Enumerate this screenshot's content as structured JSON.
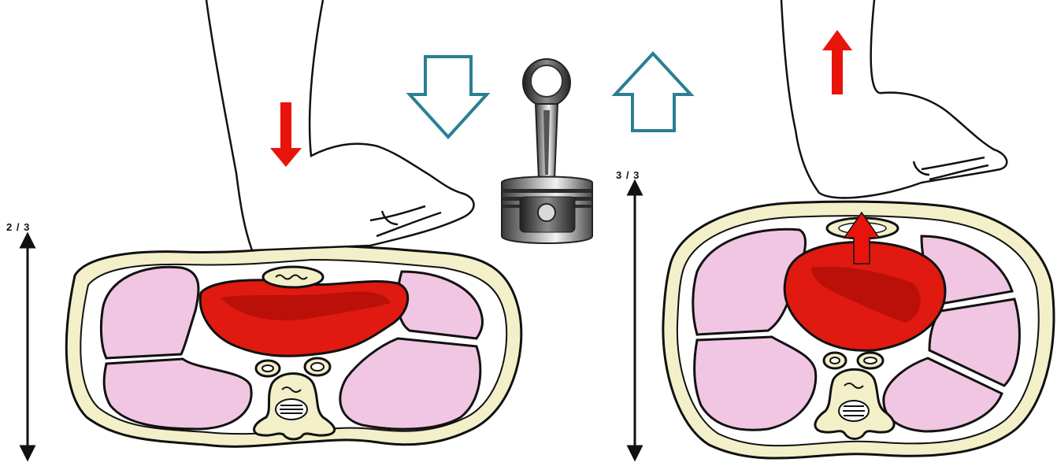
{
  "labels": {
    "compression_depth": "2 / 3",
    "recoil_depth": "3 / 3"
  },
  "icons": {
    "compress": "hollow-down-arrow",
    "release": "hollow-up-arrow",
    "analogy": "engine-piston-connecting-rod",
    "push": "red-down-arrow",
    "lift": "red-up-arrow"
  },
  "colors": {
    "outline_arrow": "#2a7f93",
    "heart": "#e01a10",
    "heart_dark": "#b30f08",
    "lung": "#f1c6e2",
    "chest_wall": "#f3efc9",
    "accent_arrow": "#e8140c"
  }
}
